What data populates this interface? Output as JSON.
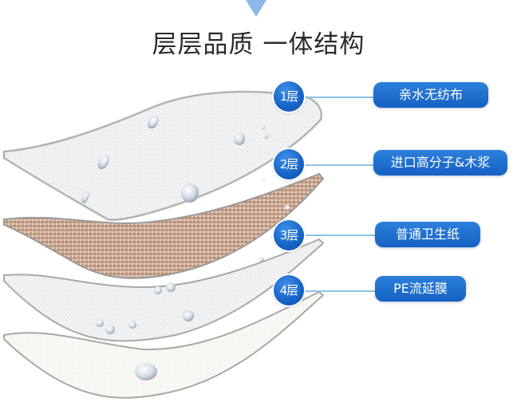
{
  "header": {
    "title": "层层品质 一体结构",
    "arrow_icon": "down-triangle-icon",
    "arrow_color": "#8db6ea"
  },
  "layers": [
    {
      "badge": "1层",
      "label": "亲水无纺布",
      "material": "white-nonwoven",
      "fill": "#f2f3f5"
    },
    {
      "badge": "2层",
      "label": "进口高分子&木浆",
      "material": "brown-polymer-pulp",
      "fill": "#c8a58c"
    },
    {
      "badge": "3层",
      "label": "普通卫生纸",
      "material": "white-tissue",
      "fill": "#eff0f2"
    },
    {
      "badge": "4层",
      "label": "PE流延膜",
      "material": "white-pe-film",
      "fill": "#f7f7f4"
    }
  ],
  "colors": {
    "badge_blue": "#1866c9",
    "pill_blue": "#1a6bcc",
    "connector": "#8cc2e3",
    "title_text": "#2a2a2a"
  }
}
